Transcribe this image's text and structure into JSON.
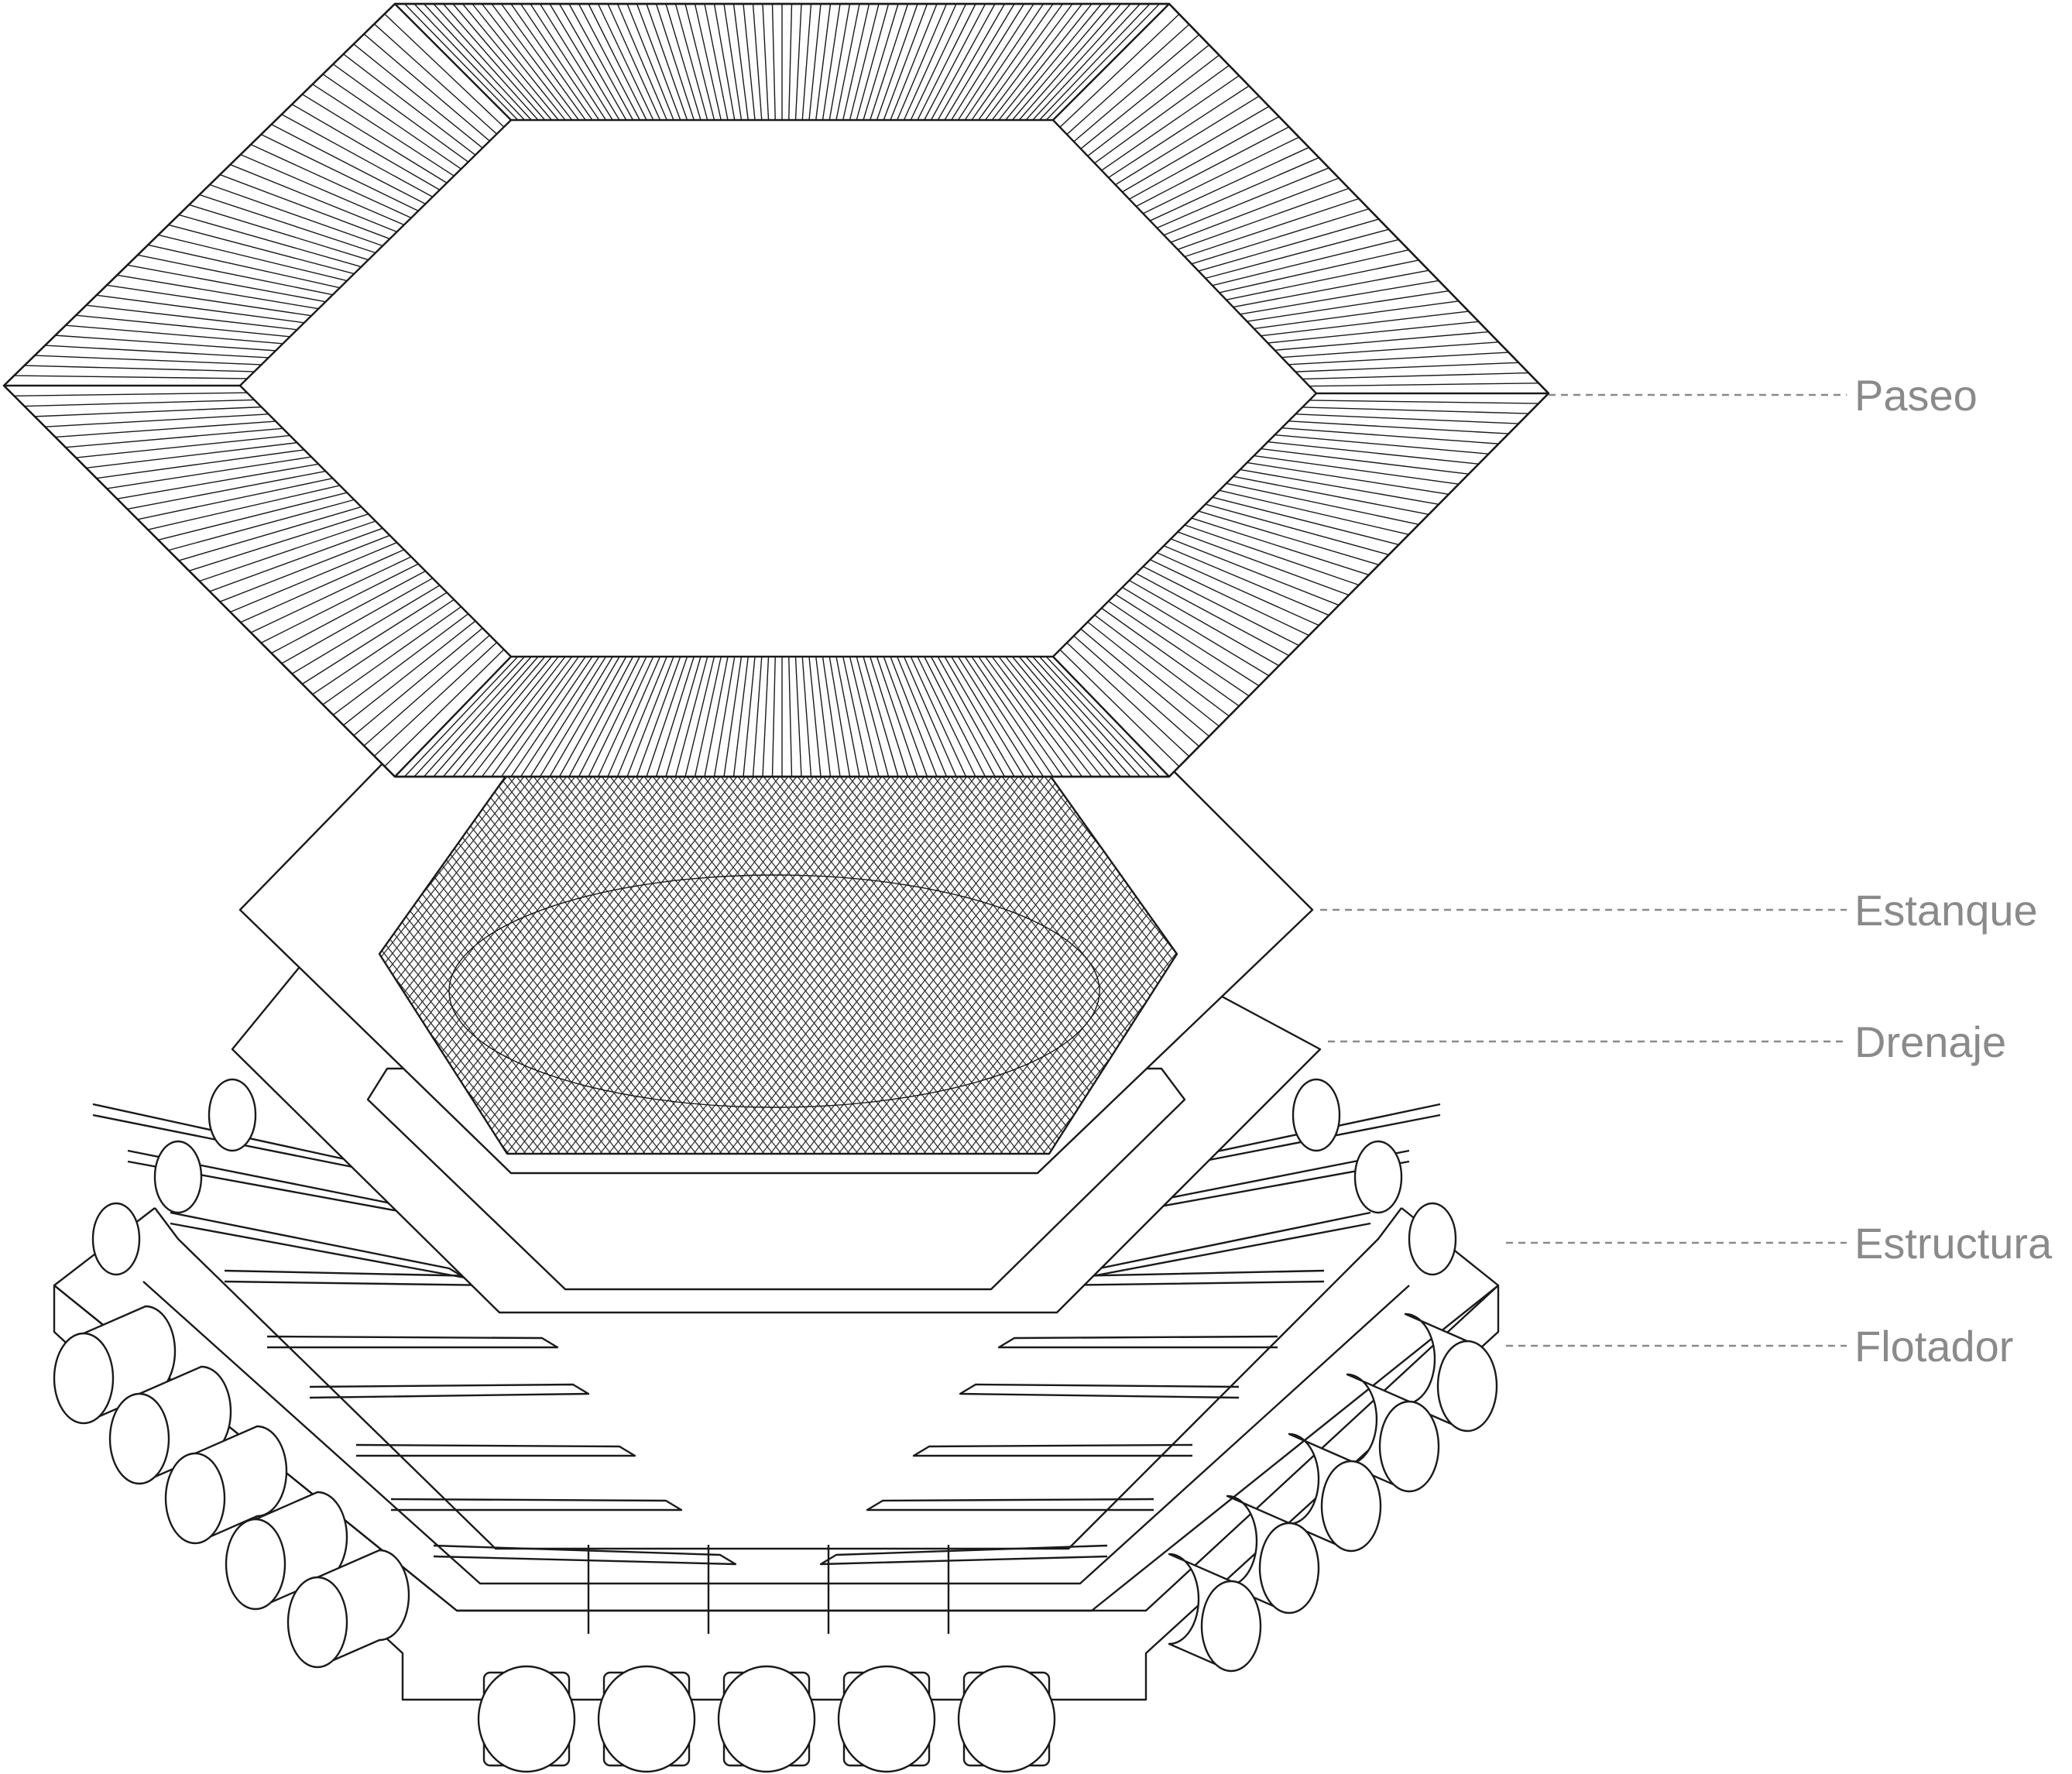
{
  "labels": {
    "paseo": "Paseo",
    "estanque": "Estanque",
    "drenaje": "Drenaje",
    "estructura": "Estructura",
    "flotador": "Flotador"
  }
}
